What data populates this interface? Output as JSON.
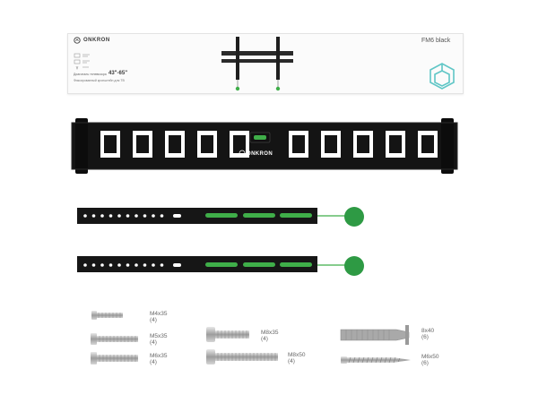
{
  "brand": "ONKRON",
  "box": {
    "model": "FM6 black",
    "size_prefix": "Диагональ телевизора",
    "size_range": "43\"-65\"",
    "subtitle": "Фиксированный кронштейн для ТВ"
  },
  "colors": {
    "metal": "#1a1a1a",
    "accent_green": "#3fae49",
    "knob_green": "#2e9a44",
    "steel": "#b8b8b8"
  },
  "hardware": [
    {
      "name": "M4x35",
      "qty": "(4)"
    },
    {
      "name": "M5x35",
      "qty": "(4)"
    },
    {
      "name": "M6x35",
      "qty": "(4)"
    },
    {
      "name": "M8x35",
      "qty": "(4)"
    },
    {
      "name": "M8x50",
      "qty": "(4)"
    },
    {
      "name": "8x40",
      "qty": "(6)"
    },
    {
      "name": "M6x50",
      "qty": "(6)"
    }
  ]
}
